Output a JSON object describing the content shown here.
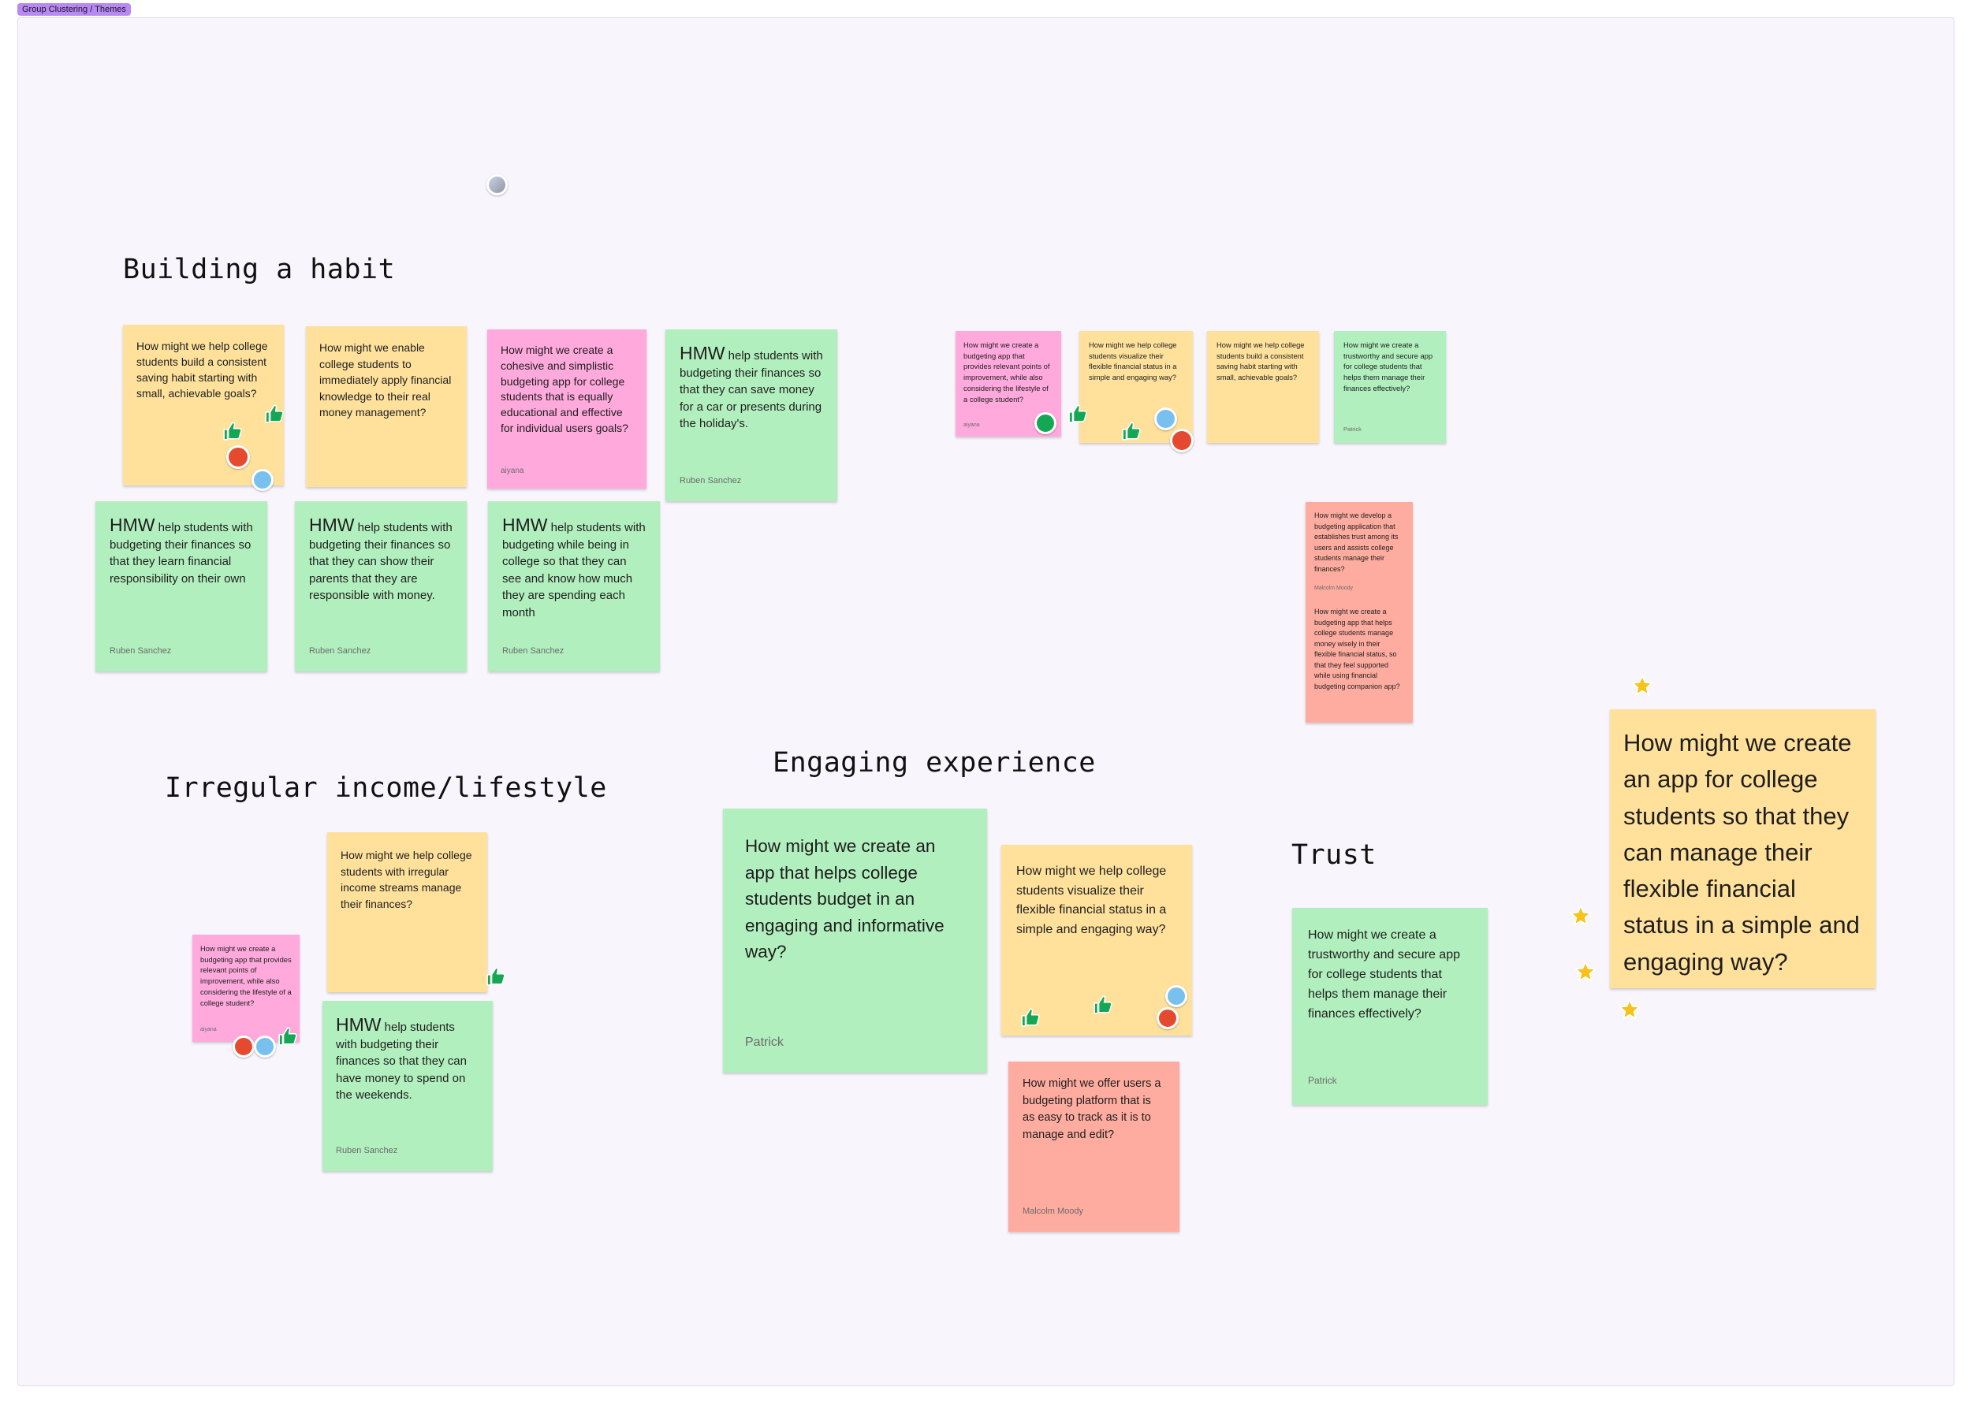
{
  "canvas": {
    "frame_label": "Group Clustering / Themes"
  },
  "headings": {
    "building": "Building a habit",
    "irregular": "Irregular income/lifestyle",
    "engaging": "Engaging experience",
    "trust": "Trust"
  },
  "stickies": {
    "bh1": {
      "text": "How might we help college students build a consistent saving habit starting with small, achievable goals?"
    },
    "bh2": {
      "text": "How might we enable college students to immediately apply financial knowledge to their real money management?"
    },
    "bh3": {
      "text": "How might we create a cohesive and simplistic budgeting app for college students that is equally educational and effective for individual users goals?",
      "author": "aiyana"
    },
    "bh4": {
      "hmw": "HMW",
      "text": " help students with budgeting their finances so that they can save money for a car or presents during the holiday's.",
      "author": "Ruben Sanchez"
    },
    "bh5": {
      "hmw": "HMW",
      "text": " help students with budgeting their finances so that they learn financial responsibility on their own",
      "author": "Ruben Sanchez"
    },
    "bh6": {
      "hmw": "HMW",
      "text": " help students with budgeting their finances so that they can show their parents that they are responsible with money.",
      "author": "Ruben Sanchez"
    },
    "bh7": {
      "hmw": "HMW",
      "text": " help students with budgeting while being in college so that they can see and know how much they are spending each month",
      "author": "Ruben Sanchez"
    },
    "sm1": {
      "text": "How might we create a budgeting app that provides relevant points of improvement, while also considering the lifestyle of a college student?",
      "author": "aiyana"
    },
    "sm2": {
      "text": "How might we help college students visualize their flexible financial status in a simple and engaging way?"
    },
    "sm3": {
      "text": "How might we help college students build a consistent saving habit starting with small, achievable goals?"
    },
    "sm4": {
      "text": "How might we create a trustworthy and secure app for college students that helps them manage their finances effectively?",
      "author": "Patrick"
    },
    "tr1": {
      "text": "How might we develop a budgeting application that establishes trust among its users and assists college students manage their finances?",
      "author": "Malcolm Moody",
      "text2": "How might we create a budgeting app that helps college students manage money wisely in their flexible financial status, so that they feel supported while using financial budgeting companion app?"
    },
    "ir1": {
      "text": "How might we help college students with irregular income streams manage their finances?"
    },
    "ir2": {
      "text": "How might we create a budgeting app that provides relevant points of improvement, while also considering the lifestyle of a college student?",
      "author": "aiyana"
    },
    "ir3": {
      "hmw": "HMW",
      "text": " help students with budgeting their finances so that they can have money to spend on the weekends.",
      "author": "Ruben Sanchez"
    },
    "en1": {
      "text": "How might we create an app that helps college students budget in an engaging and informative way?",
      "author": "Patrick"
    },
    "en2": {
      "text": "How might we help college students visualize their flexible financial status in a simple and engaging way?"
    },
    "en3": {
      "text": "How might we offer users a budgeting platform that is as easy to track as it is to manage and edit?",
      "author": "Malcolm Moody"
    },
    "tu1": {
      "text": "How might we create a trustworthy and secure app for college students that helps them manage their finances effectively?",
      "author": "Patrick"
    },
    "big": {
      "text": "How might we create an app for college students so that they can manage their flexible financial status in a simple and engaging way?"
    }
  },
  "colors": {
    "yellow": "#ffe19c",
    "green": "#b2efbe",
    "pink": "#ffa9dd",
    "red": "#ffaca0",
    "sticker_red": "#e64a2e",
    "sticker_blue": "#78c1ee",
    "sticker_green": "#14a854",
    "star": "#f7c21a"
  },
  "icons": [
    "thumbs-up-icon",
    "dot-sticker-icon",
    "star-icon"
  ]
}
